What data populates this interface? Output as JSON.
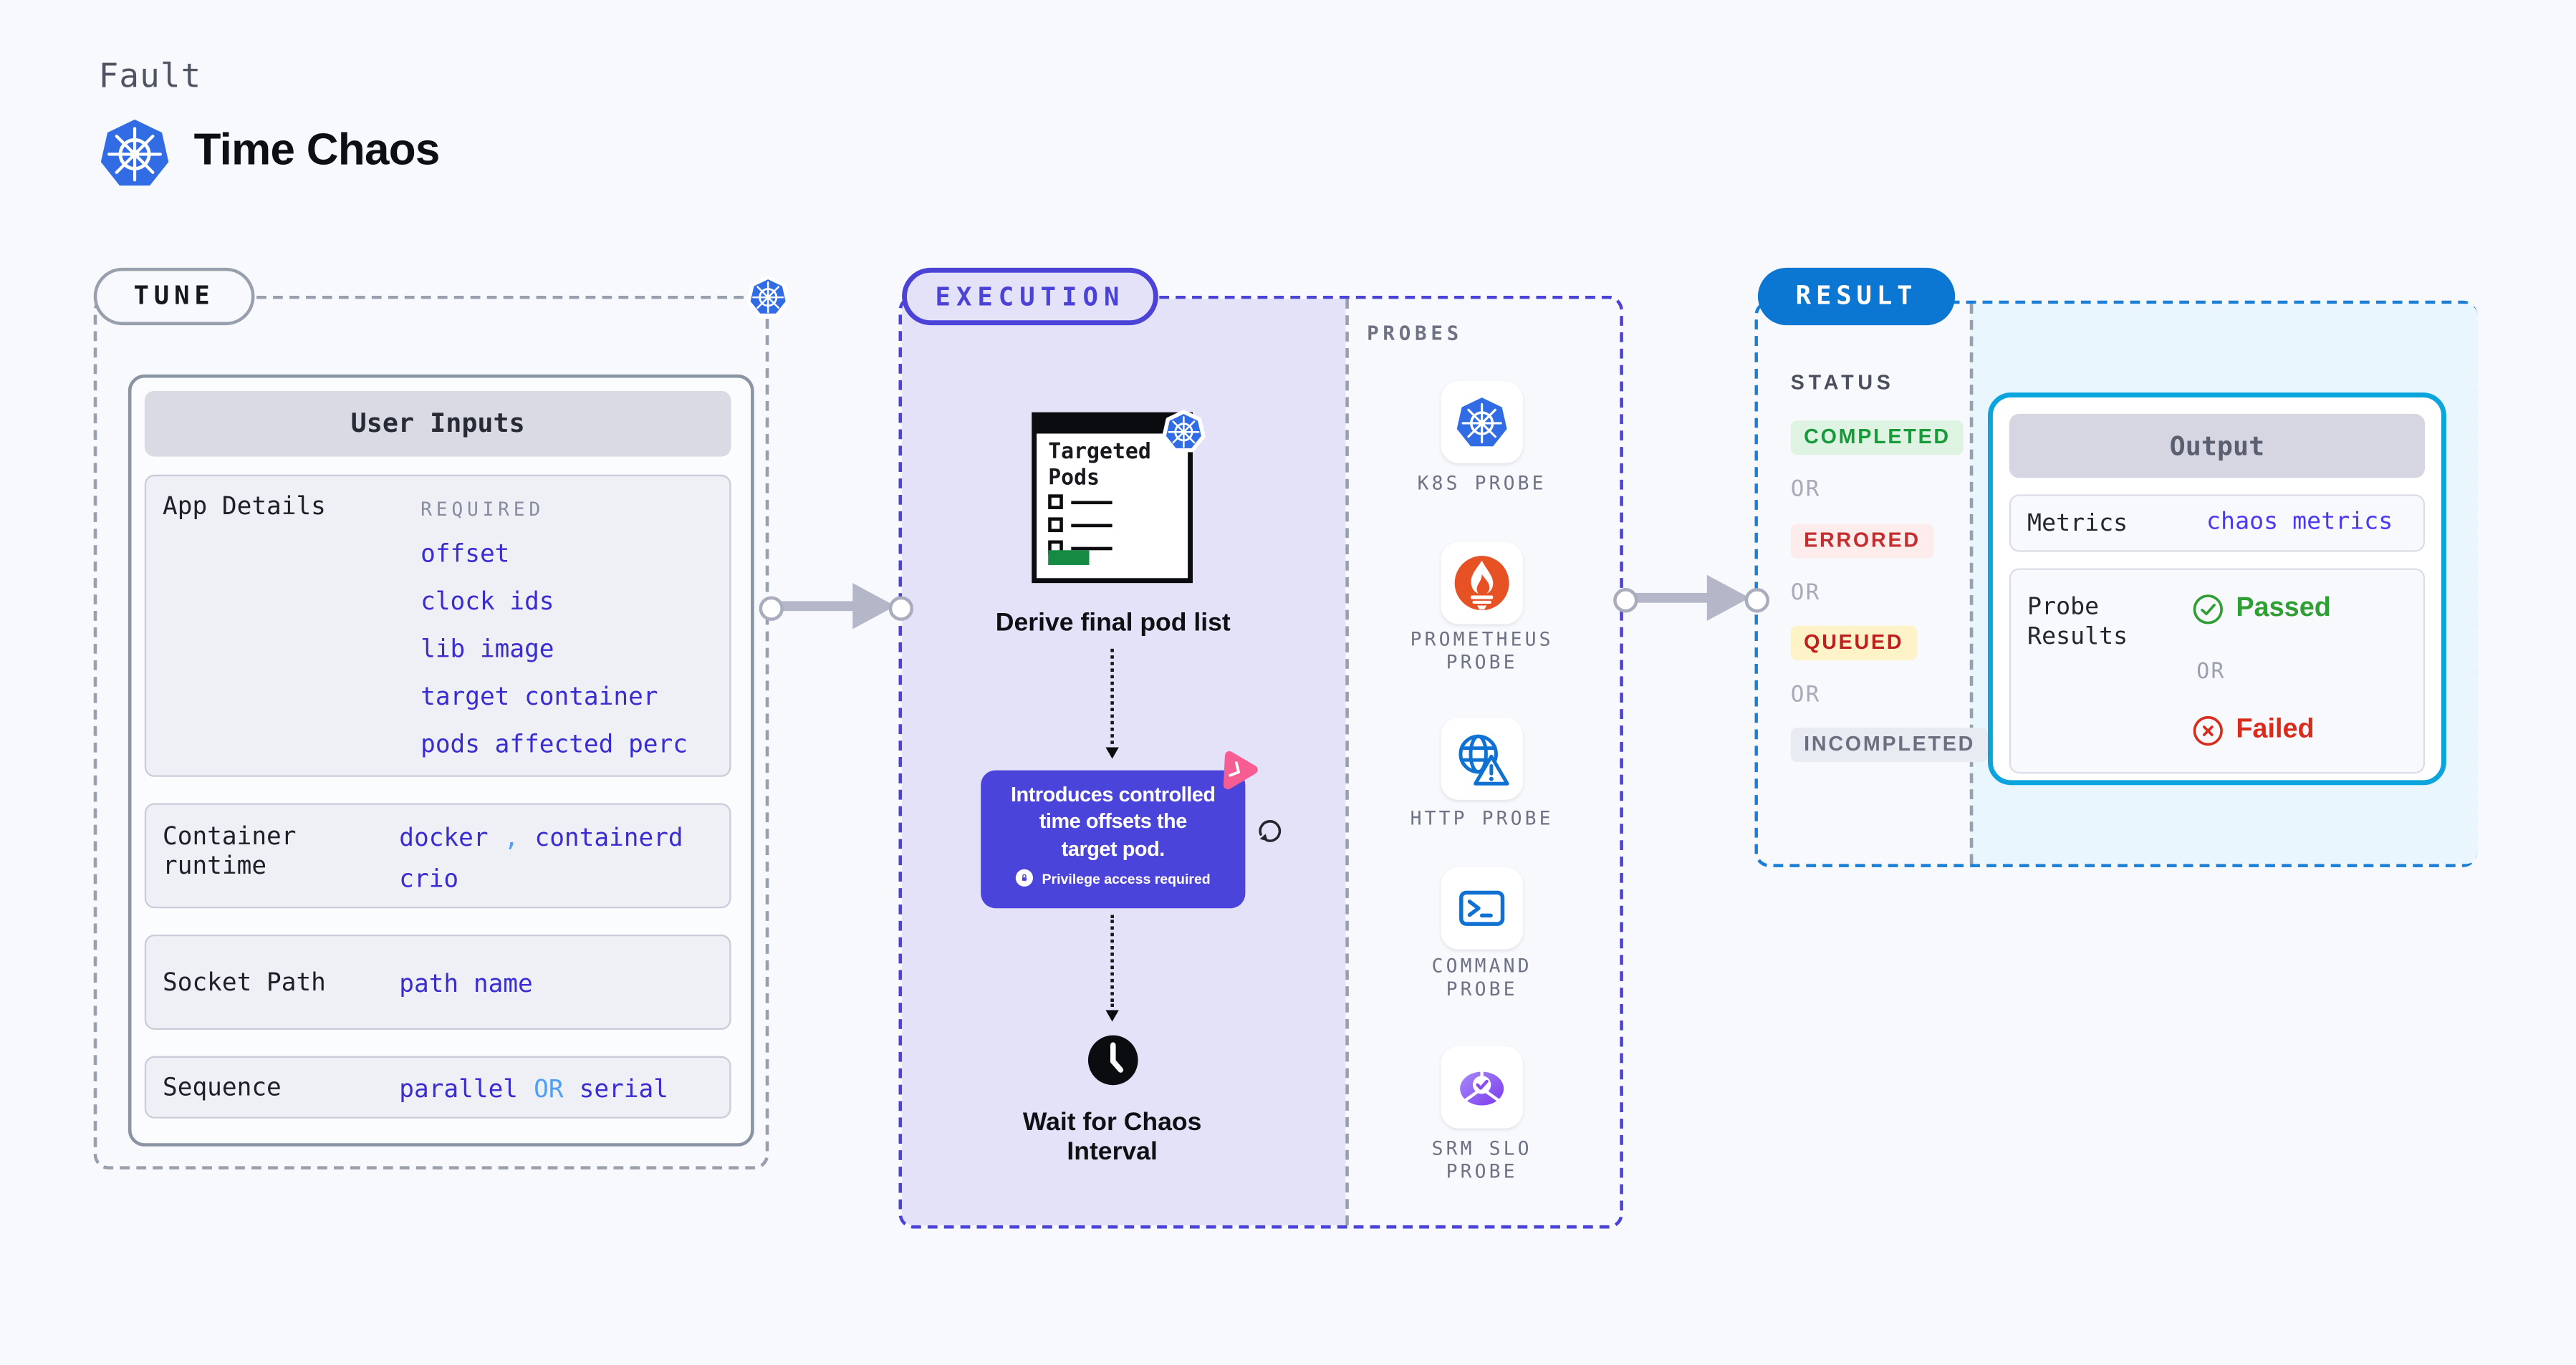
{
  "colors": {
    "accent_indigo": "#4b43d8",
    "value_indigo": "#392dd2",
    "value_sky_blue": "#4f9ef7",
    "result_blue": "#0c77d2",
    "result_dash_blue": "#1b7fd6",
    "output_border_cyan": "#0ba4dd",
    "tooltip_indigo": "#4b44da",
    "pink_logo": "#f75c92",
    "completed_green": "#189a3a",
    "errored_red": "#c32e2e",
    "queued_red": "#bf1f1f",
    "passed_green": "#2f9e33",
    "failed_red": "#d92c1d",
    "kubernetes_blue": "#326ce5",
    "prometheus_orange": "#e75225"
  },
  "header": {
    "eyebrow": "Fault",
    "title": "Time Chaos"
  },
  "tune": {
    "badge": "TUNE",
    "card": {
      "title": "User Inputs",
      "app_details": {
        "label": "App Details",
        "required": "REQUIRED",
        "fields": [
          "offset",
          "clock ids",
          "lib image",
          "target container",
          "pods affected perc"
        ]
      },
      "runtime": {
        "label": "Container runtime",
        "v1": "docker",
        "sep": ",",
        "v2": "containerd",
        "v3": "crio"
      },
      "socket": {
        "label": "Socket Path",
        "value": "path name"
      },
      "sequence": {
        "label": "Sequence",
        "v1": "parallel",
        "or": "OR",
        "v2": "serial"
      }
    }
  },
  "execution": {
    "badge": "EXECUTION",
    "pod_card_title": "Targeted\nPods",
    "derive_label": "Derive final pod list",
    "tooltip": {
      "text": "Introduces controlled\ntime offsets the\ntarget pod.",
      "note": "Privilege access required"
    },
    "wait_label": "Wait for Chaos\nInterval"
  },
  "probes": {
    "title": "PROBES",
    "items": [
      {
        "icon": "kubernetes-icon",
        "label": "K8S PROBE"
      },
      {
        "icon": "prometheus-icon",
        "label": "PROMETHEUS\nPROBE"
      },
      {
        "icon": "http-globe-warning-icon",
        "label": "HTTP PROBE"
      },
      {
        "icon": "terminal-icon",
        "label": "COMMAND\nPROBE"
      },
      {
        "icon": "srm-slo-icon",
        "label": "SRM SLO\nPROBE"
      }
    ]
  },
  "result": {
    "badge": "RESULT",
    "status_title": "STATUS",
    "or": "OR",
    "statuses": [
      "COMPLETED",
      "ERRORED",
      "QUEUED",
      "INCOMPLETED"
    ],
    "output": {
      "title": "Output",
      "metrics_label": "Metrics",
      "metrics_value": "chaos metrics",
      "probe_results_label": "Probe Results",
      "passed": "Passed",
      "failed": "Failed"
    }
  }
}
